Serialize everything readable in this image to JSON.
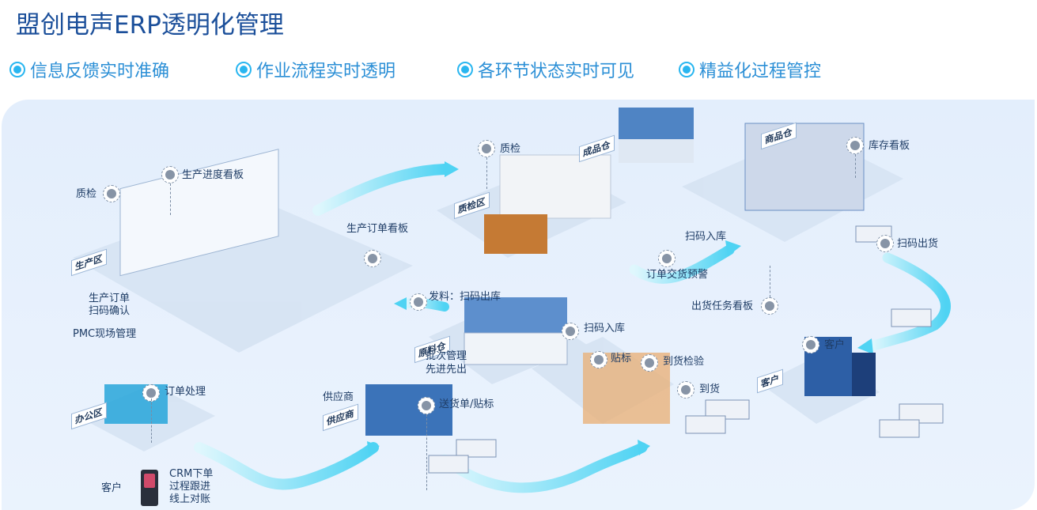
{
  "title": "盟创电声ERP透明化管理",
  "features": [
    "信息反馈实时准确",
    "作业流程实时透明",
    "各环节状态实时可见",
    "精益化过程管控"
  ],
  "zones": {
    "production": "生产区",
    "inspection": "质检区",
    "finished_goods": "成品仓",
    "product": "商品仓",
    "raw_material": "原料仓",
    "office": "办公区",
    "supplier": "供应商",
    "customer": "客户"
  },
  "labels": {
    "qc_left": "质检",
    "production_board": "生产进度看板",
    "production_order_board": "生产订单看板",
    "production_order_scan_1": "生产订单",
    "production_order_scan_2": "扫码确认",
    "pmc": "PMC现场管理",
    "qc_top": "质检",
    "stock_board": "库存看板",
    "scan_in_top": "扫码入库",
    "order_delivery_alert": "订单交货预警",
    "scan_out": "扫码出货",
    "shipping_board": "出货任务看板",
    "customer_right": "客户",
    "issue_scan_out": "发料：扫码出库",
    "scan_in_mid": "扫码入库",
    "batch_1": "批次管理",
    "batch_2": "先进先出",
    "labeling": "贴标",
    "arrival_inspection": "到货检验",
    "arrival": "到货",
    "order_processing": "订单处理",
    "supplier_label": "供应商",
    "delivery_note": "送货单/贴标",
    "crm_1": "CRM下单",
    "crm_2": "过程跟进",
    "crm_3": "线上对账",
    "customer_bottom": "客户"
  },
  "colors": {
    "title": "#1b4f9a",
    "feature": "#2b8fd6",
    "flow": "#4fd3f3",
    "canvas": "#e3eefc"
  }
}
